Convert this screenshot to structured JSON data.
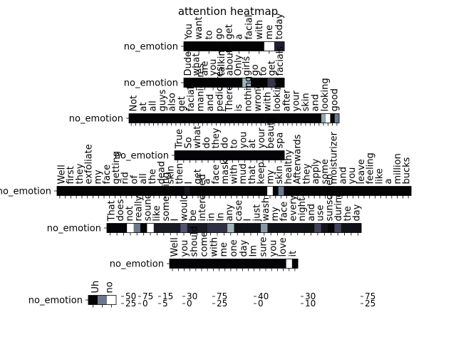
{
  "chart_data": {
    "type": "heatmap",
    "title": "attention heatmap",
    "colormap": "bone",
    "rows": [
      {
        "label": "no_emotion",
        "tokens": [
          "You",
          "want",
          "to",
          "go",
          "get",
          "a",
          "facial",
          "with",
          "me",
          "today"
        ],
        "values": [
          0.02,
          0.02,
          0.02,
          0.02,
          0.02,
          0.02,
          0.02,
          0.02,
          1.0,
          0.15
        ]
      },
      {
        "label": "no_emotion",
        "tokens": [
          "Dude",
          "what",
          "are",
          "you",
          "talking",
          "about",
          "Only",
          "girls",
          "go",
          "to",
          "get",
          "facials"
        ],
        "values": [
          0.02,
          0.02,
          0.02,
          0.02,
          0.02,
          0.02,
          0.02,
          0.7,
          0.02,
          0.02,
          0.25,
          0.02
        ]
      },
      {
        "label": "no_emotion",
        "tokens": [
          "Not",
          "at",
          "all",
          "guys",
          "also",
          "get",
          "facial",
          "manicures",
          "and",
          "pedicures",
          "There",
          "is",
          "nothing",
          "wrong",
          "with",
          "looking",
          "after",
          "your",
          "skin",
          "and",
          "looking",
          "good"
        ],
        "values": [
          0.02,
          0.02,
          0.02,
          0.02,
          0.02,
          0.02,
          0.02,
          0.02,
          0.02,
          0.02,
          0.02,
          0.02,
          0.02,
          0.02,
          0.02,
          0.02,
          0.02,
          0.02,
          0.02,
          0.02,
          0.02,
          0.02,
          0.02,
          0.02,
          0.02,
          0.02,
          0.02,
          0.02,
          0.02,
          0.02,
          0.02,
          0.02,
          0.02,
          0.02,
          0.02,
          0.02,
          0.02,
          0.02,
          0.02,
          0.02,
          0.02,
          0.02,
          0.02,
          0.65,
          1.0,
          0.02,
          0.5
        ]
      },
      {
        "label": "no_emotion",
        "tokens": [
          "True",
          "So",
          "what",
          "do",
          "they",
          "do",
          "to",
          "you",
          "at",
          "your",
          "beauty",
          "spa"
        ],
        "values": [
          0.02,
          0.02,
          0.02,
          0.02,
          0.02,
          0.02,
          0.02,
          0.02,
          0.02,
          0.02,
          0.02,
          0.02,
          0.02,
          0.02,
          0.02,
          0.02,
          0.02,
          0.02
        ]
      },
      {
        "label": "no_emotion",
        "tokens": [
          "Well",
          "first",
          "they",
          "exfoliate",
          "my",
          "face",
          "getting",
          "rid",
          "of",
          "all",
          "the",
          "dead",
          "skin",
          "then",
          "I",
          "get",
          "a",
          "face",
          "mask",
          "with",
          "mud",
          "that",
          "keep",
          "my",
          "skin",
          "healthy",
          "Afterwards",
          "they",
          "apply",
          "some",
          "moisturizer",
          "and",
          "you",
          "leave",
          "feeling",
          "like",
          "a",
          "million",
          "bucks"
        ],
        "values": [
          0.02,
          0.02,
          0.02,
          0.02,
          0.02,
          0.02,
          0.02,
          0.02,
          0.02,
          0.02,
          0.02,
          0.02,
          0.02,
          0.02,
          0.02,
          0.02,
          0.02,
          0.02,
          0.02,
          0.02,
          0.02,
          0.02,
          0.02,
          0.1,
          0.02,
          0.02,
          0.02,
          0.02,
          0.02,
          0.02,
          0.02,
          0.02,
          0.02,
          0.02,
          0.02,
          0.02,
          0.02,
          0.02,
          1.0,
          0.02,
          0.5,
          0.02,
          0.02,
          0.02,
          0.02,
          0.02,
          0.02,
          0.02,
          0.02,
          0.02,
          0.02,
          0.02,
          0.02,
          0.02,
          0.02,
          0.02,
          0.02,
          0.02,
          0.02,
          0.02,
          0.02,
          0.02,
          0.02,
          0.02
        ]
      },
      {
        "label": "no_emotion",
        "tokens": [
          "That",
          "does",
          "not",
          "really",
          "sound",
          "like",
          "something",
          "I",
          "would",
          "be",
          "interested",
          "in",
          "In",
          "any",
          "case",
          "I",
          "just",
          "wash",
          "my",
          "face",
          "every",
          "night",
          "and",
          "use",
          "sunscreen",
          "during",
          "the",
          "day"
        ],
        "values": [
          0.02,
          0.02,
          0.02,
          1.0,
          0.5,
          0.02,
          1.0,
          0.12,
          0.12,
          0.12,
          0.12,
          0.38,
          0.12,
          0.12,
          0.12,
          0.22,
          0.22,
          0.22,
          0.7,
          0.08,
          0.08,
          0.08,
          0.08,
          0.6,
          0.08,
          0.08,
          0.08,
          0.08,
          0.08,
          0.08,
          0.08,
          0.3,
          0.08,
          0.02,
          0.3,
          0.08,
          0.08,
          0.08
        ]
      },
      {
        "label": "no_emotion",
        "tokens": [
          "Well",
          "you",
          "should",
          "come",
          "with",
          "me",
          "one",
          "day",
          "Im",
          "sure",
          "you",
          "love",
          "it"
        ],
        "values": [
          0.02,
          0.02,
          0.02,
          0.02,
          0.02,
          0.02,
          0.02,
          0.02,
          0.02,
          0.02,
          0.02,
          0.02,
          0.02,
          0.02,
          0.02,
          0.02,
          0.02,
          0.02,
          0.02,
          0.02,
          1.0,
          0.02
        ]
      },
      {
        "label": "no_emotion",
        "tokens": [
          "Uh",
          "no"
        ],
        "values": [
          0.02,
          0.5,
          1.0
        ]
      }
    ],
    "colorbar_ticks": [
      "50",
      "25",
      "75",
      "0",
      "15",
      "5",
      "30",
      "0",
      "75",
      "25",
      "40",
      "0",
      "30",
      "10",
      "75",
      "25"
    ]
  }
}
